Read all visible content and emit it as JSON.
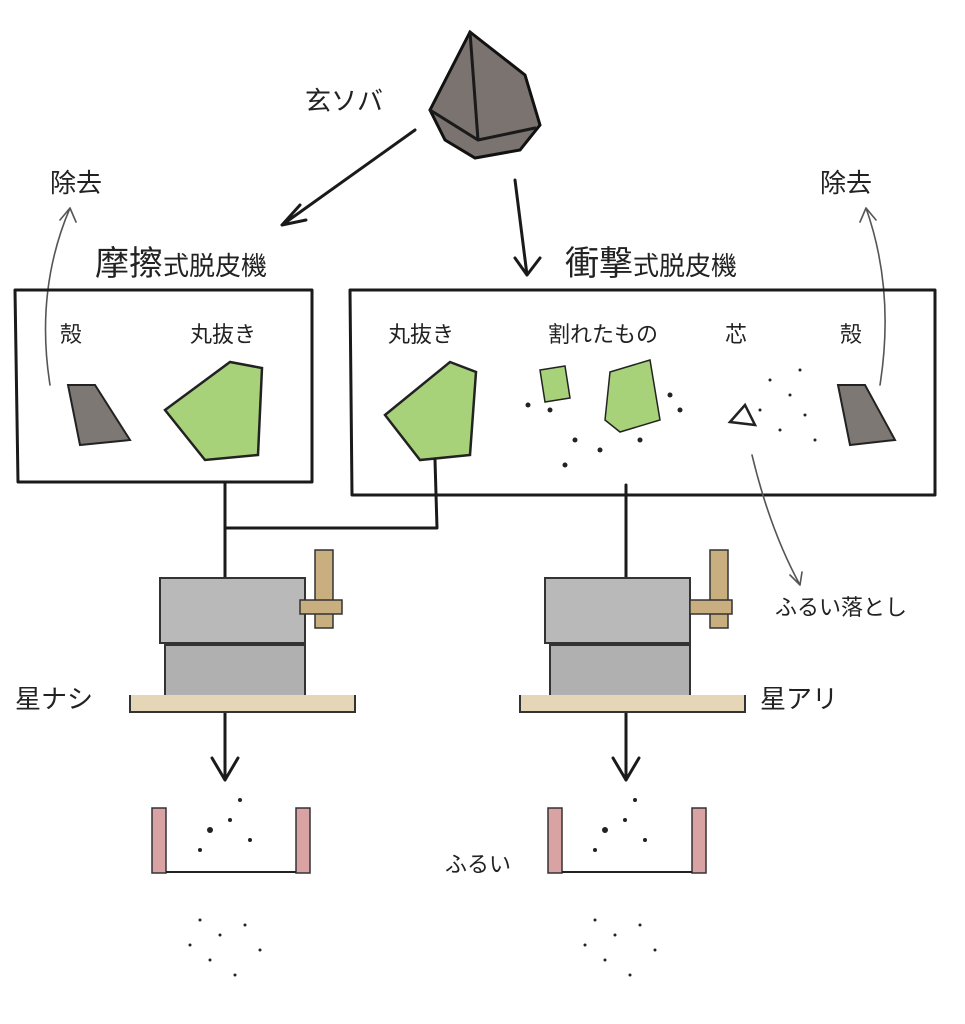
{
  "title": "玄ソバ",
  "removal": {
    "left": "除去",
    "right": "除去"
  },
  "machines": {
    "friction": {
      "main": "摩擦",
      "suffix": "式脱皮機",
      "items": [
        "殻",
        "丸抜き"
      ]
    },
    "impact": {
      "main": "衝撃",
      "suffix": "式脱皮機",
      "items": [
        "丸抜き",
        "割れたもの",
        "芯",
        "殻"
      ]
    }
  },
  "sift_off": "ふるい落とし",
  "mill_left_label": "星ナシ",
  "mill_right_label": "星アリ",
  "sieve_label": "ふるい",
  "colors": {
    "groat": "#a8d27a",
    "husk": "#7d7874",
    "mill": "#b9b9b9",
    "wood": "#c9ae80",
    "sieve": "#d9a3a3"
  }
}
